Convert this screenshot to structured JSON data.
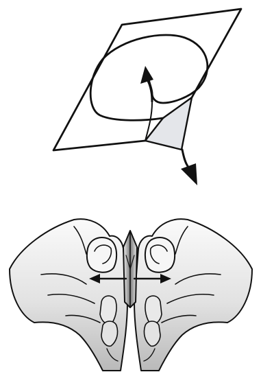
{
  "figure": {
    "panels": [
      {
        "name": "fold-diagram",
        "description_icons": [
          "diamond-sheet",
          "spiral-fold-line",
          "corner-flap",
          "arrow-up-left",
          "arrow-down-right"
        ]
      },
      {
        "name": "hands-pulling-apart",
        "description_icons": [
          "left-hand",
          "right-hand",
          "folded-paper",
          "arrow-left",
          "arrow-right"
        ]
      }
    ]
  },
  "colors": {
    "ink": "#111111",
    "flap_fill": "#e4e6ea",
    "hand_fill_light": "#f4f4f4",
    "hand_fill_dark": "#bdbdbd",
    "paper_fill": "#8d8d8d"
  }
}
